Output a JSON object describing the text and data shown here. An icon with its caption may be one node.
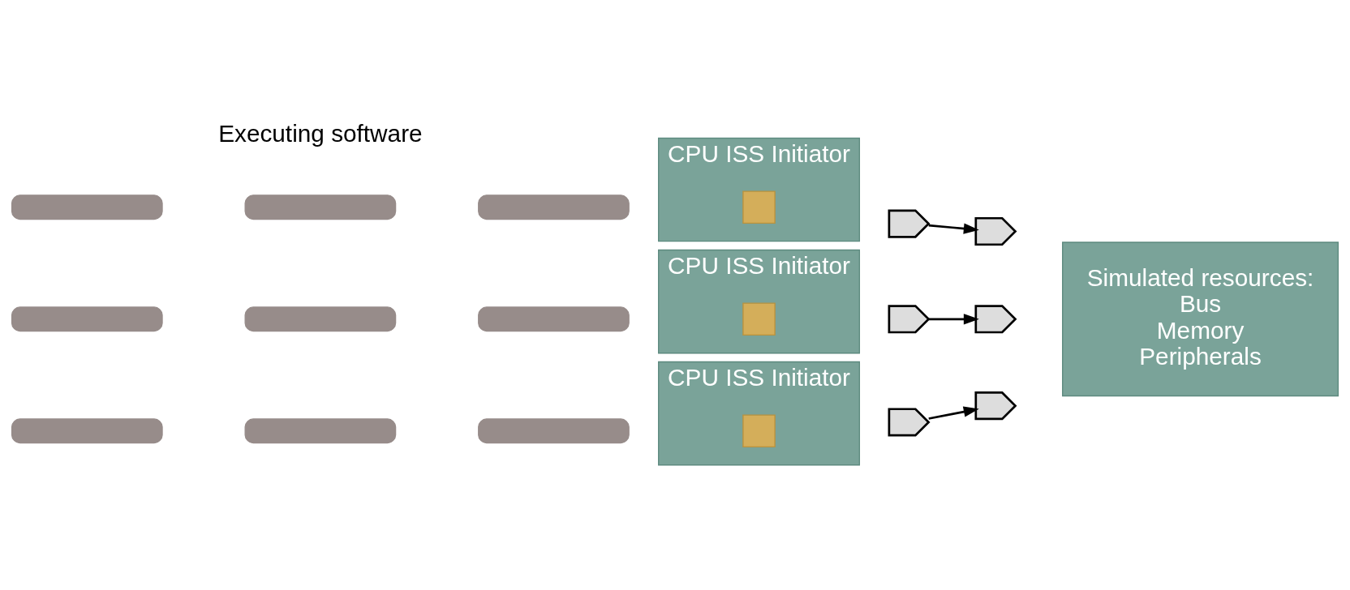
{
  "diagram": {
    "nodes": [
      {
        "text": [
          "Simulated resources:",
          "Bus",
          "Memory",
          "Peripherals"
        ]
      },
      {
        "text": [],
        "shape": "bar"
      },
      {
        "text": [],
        "shape": "bar"
      },
      {
        "text": [],
        "shape": "bar"
      },
      {
        "text": [
          "CPU ISS Initiator"
        ]
      },
      {
        "text": [],
        "shape": "box",
        "in": 4
      },
      {
        "text": [],
        "shape": "box"
      },
      {
        "text": [],
        "shape": "box"
      },
      {
        "text": [],
        "shape": "bar"
      },
      {
        "text": [],
        "shape": "bar"
      },
      {
        "text": [],
        "shape": "bar"
      },
      {
        "text": [
          "CPU ISS Initiator"
        ]
      },
      {
        "text": [],
        "shape": "box",
        "in": 11
      },
      {
        "text": [],
        "shape": "box"
      },
      {
        "text": [],
        "shape": "box"
      },
      {
        "text": [],
        "shape": "bar"
      },
      {
        "text": [],
        "shape": "bar"
      },
      {
        "text": [],
        "shape": "bar"
      },
      {
        "text": [
          "CPU ISS Initiator"
        ]
      },
      {
        "text": [],
        "shape": "box",
        "in": 18
      },
      {
        "text": [],
        "shape": "box"
      },
      {
        "text": [],
        "shape": "box"
      }
    ],
    "edges": [
      {
        "from": 6,
        "to": 7,
        "arrow": "to"
      },
      {
        "from": 13,
        "to": 14,
        "arrow": "to"
      },
      {
        "from": 20,
        "to": 21,
        "arrow": "to"
      }
    ],
    "labels": [
      "Executing software"
    ]
  }
}
